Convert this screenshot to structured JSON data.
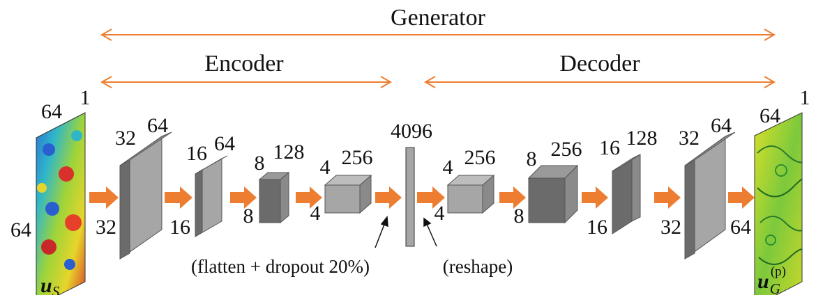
{
  "title": "Generator",
  "encoder_label": "Encoder",
  "decoder_label": "Decoder",
  "input": {
    "dims": [
      "64",
      "1",
      "64"
    ],
    "symbol": "u",
    "subscript": "S"
  },
  "output": {
    "dims": [
      "64",
      "1",
      "64"
    ],
    "symbol": "u",
    "subscript": "G",
    "superscript": "(p)"
  },
  "encoder_blocks": [
    {
      "dims": [
        "32",
        "64",
        "32"
      ]
    },
    {
      "dims": [
        "16",
        "64",
        "16"
      ]
    },
    {
      "dims": [
        "8",
        "128",
        "8"
      ]
    },
    {
      "dims": [
        "4",
        "256",
        "4"
      ]
    }
  ],
  "flatten": {
    "size": "4096",
    "note": "(flatten + dropout 20%)",
    "reshape_note": "(reshape)"
  },
  "decoder_blocks": [
    {
      "dims": [
        "4",
        "256",
        "4"
      ]
    },
    {
      "dims": [
        "8",
        "256",
        "8"
      ]
    },
    {
      "dims": [
        "16",
        "128",
        "16"
      ]
    },
    {
      "dims": [
        "32",
        "64",
        "32"
      ]
    }
  ],
  "colors": {
    "arrow": "#ed7d31",
    "bracket": "#ed7d31",
    "block_front_light": "#a6a6a6",
    "block_front_dark": "#6b6b6b"
  }
}
